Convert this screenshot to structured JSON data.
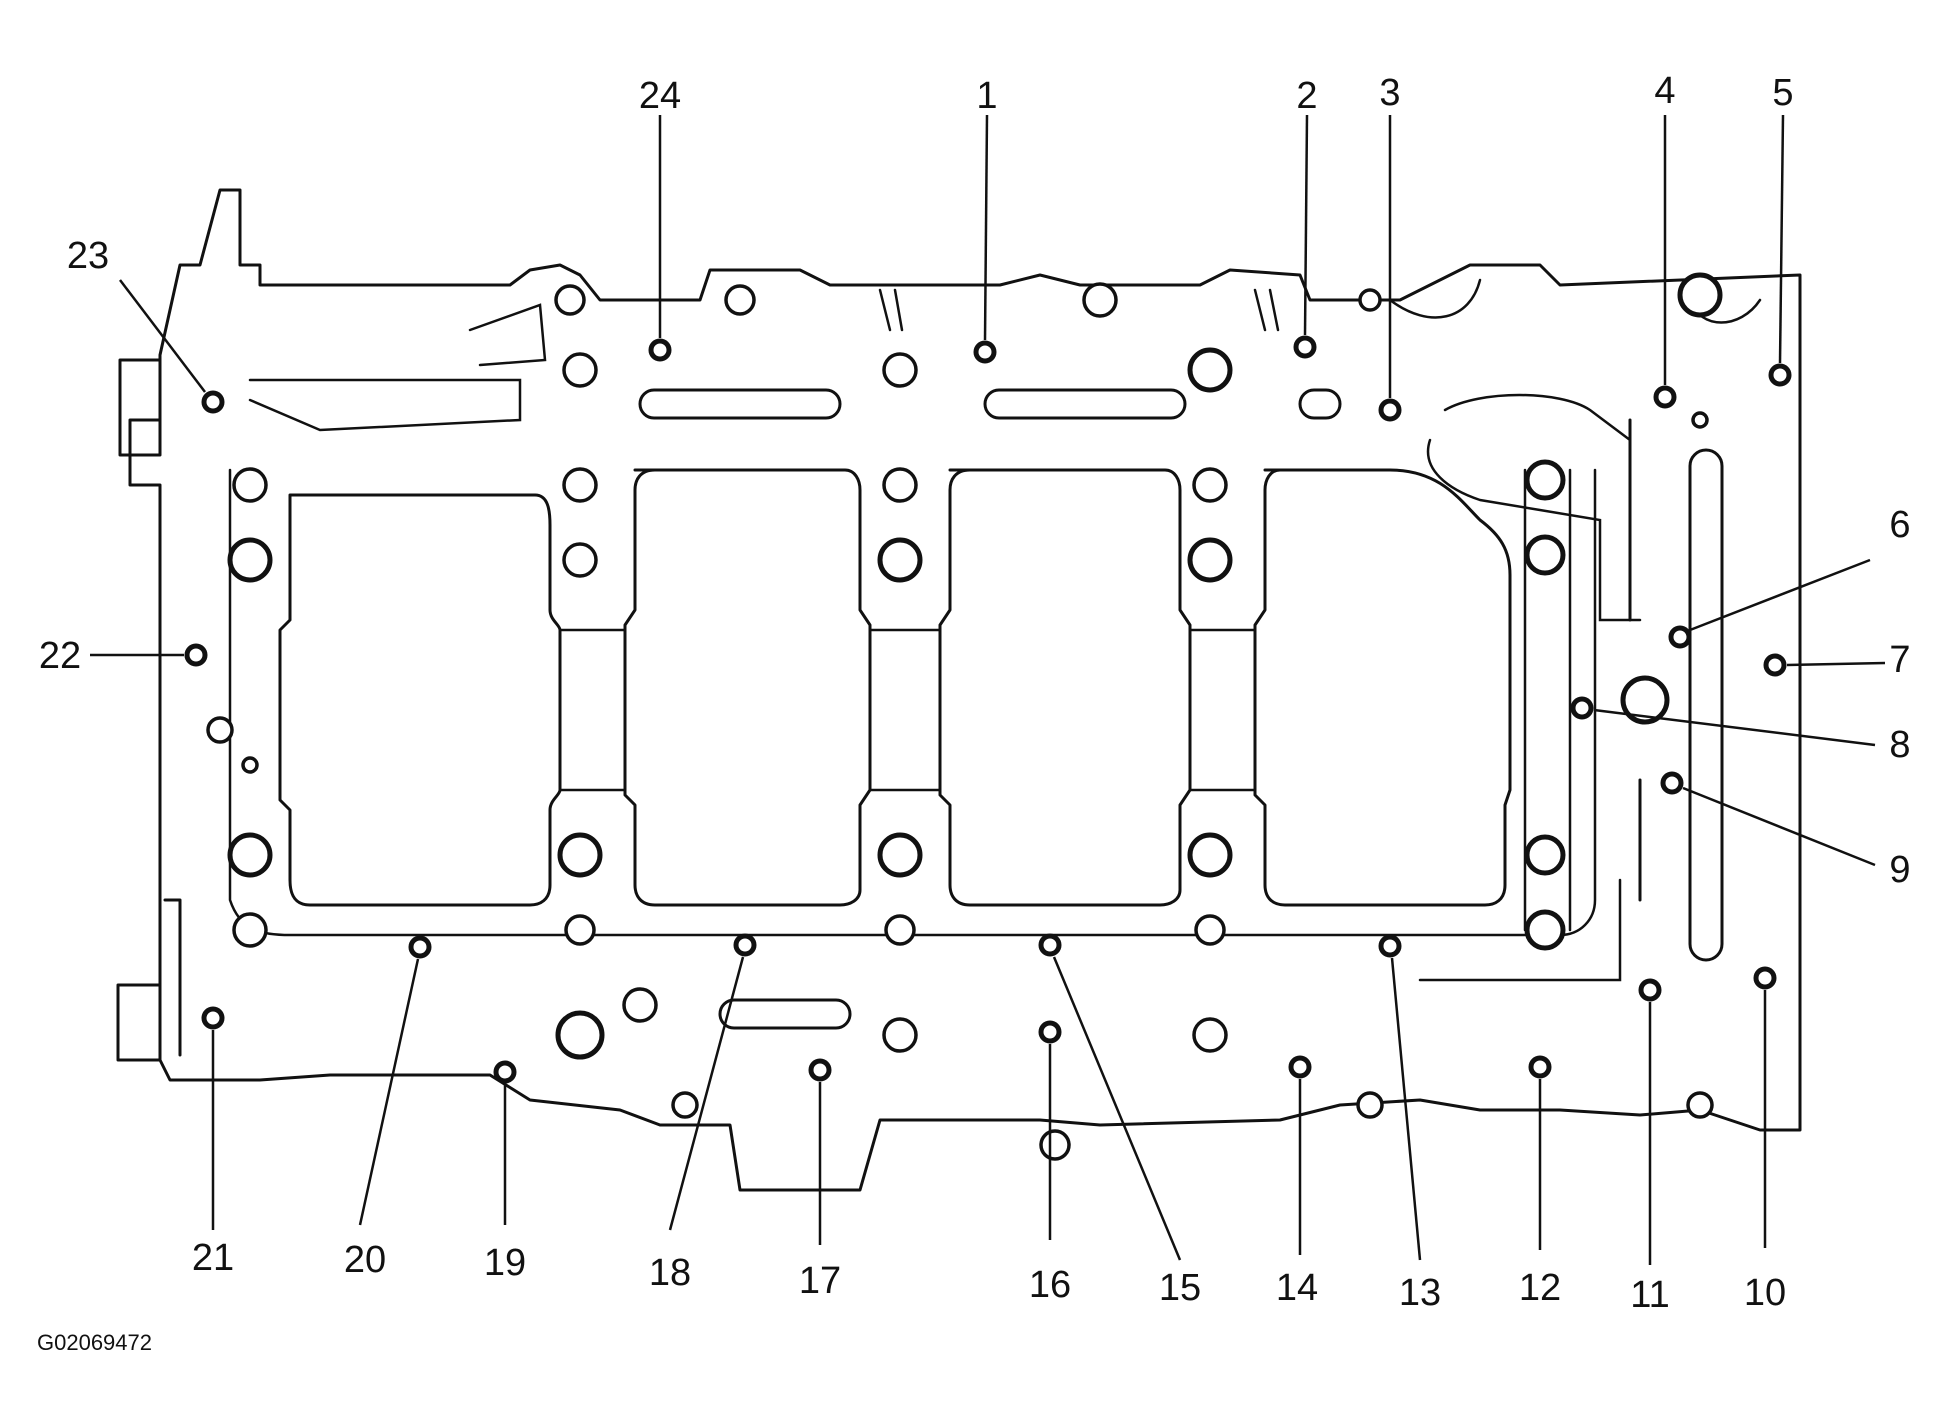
{
  "figure": {
    "code": "G02069472"
  },
  "callouts": [
    {
      "id": "1",
      "label": "1"
    },
    {
      "id": "2",
      "label": "2"
    },
    {
      "id": "3",
      "label": "3"
    },
    {
      "id": "4",
      "label": "4"
    },
    {
      "id": "5",
      "label": "5"
    },
    {
      "id": "6",
      "label": "6"
    },
    {
      "id": "7",
      "label": "7"
    },
    {
      "id": "8",
      "label": "8"
    },
    {
      "id": "9",
      "label": "9"
    },
    {
      "id": "10",
      "label": "10"
    },
    {
      "id": "11",
      "label": "11"
    },
    {
      "id": "12",
      "label": "12"
    },
    {
      "id": "13",
      "label": "13"
    },
    {
      "id": "14",
      "label": "14"
    },
    {
      "id": "15",
      "label": "15"
    },
    {
      "id": "16",
      "label": "16"
    },
    {
      "id": "17",
      "label": "17"
    },
    {
      "id": "18",
      "label": "18"
    },
    {
      "id": "19",
      "label": "19"
    },
    {
      "id": "20",
      "label": "20"
    },
    {
      "id": "21",
      "label": "21"
    },
    {
      "id": "22",
      "label": "22"
    },
    {
      "id": "23",
      "label": "23"
    },
    {
      "id": "24",
      "label": "24"
    }
  ]
}
